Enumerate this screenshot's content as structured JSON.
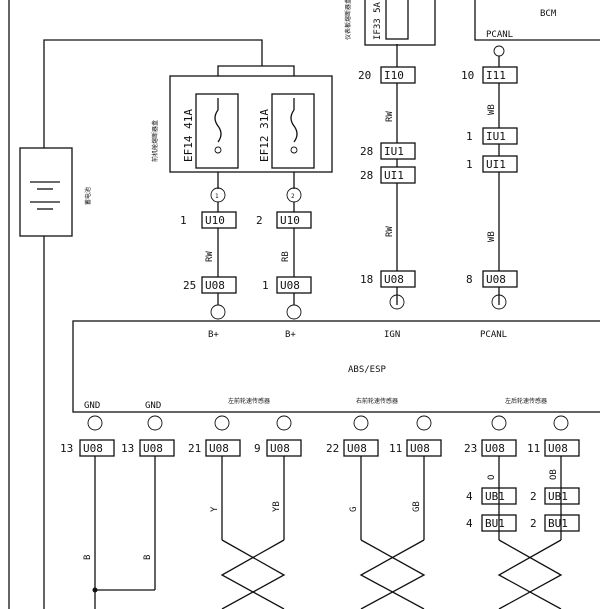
{
  "top_labels": {
    "fuse_top": "IF33 5A",
    "fuse_box_cn": "仪表板熔断器盒",
    "bcm": "BCM",
    "pcanl_top": "PCANL"
  },
  "fuse_box": {
    "label_cn": "前机舱熔断器盒",
    "fuses": [
      "EF14 41A",
      "EF12 31A"
    ],
    "pins": [
      "1",
      "2"
    ]
  },
  "battery_cn": "蓄电池",
  "connectors": {
    "c1": {
      "pin": "1",
      "name": "U10"
    },
    "c2": {
      "pin": "2",
      "name": "U10"
    },
    "c3": {
      "pin": "25",
      "name": "U08"
    },
    "c4": {
      "pin": "1",
      "name": "U08"
    },
    "c5": {
      "pin": "20",
      "name": "I10"
    },
    "c6": {
      "pin": "28",
      "name": "IU1"
    },
    "c7": {
      "pin": "28",
      "name": "UI1"
    },
    "c8": {
      "pin": "18",
      "name": "U08"
    },
    "c9": {
      "pin": "10",
      "name": "I11"
    },
    "c10": {
      "pin": "1",
      "name": "IU1"
    },
    "c11": {
      "pin": "1",
      "name": "UI1"
    },
    "c12": {
      "pin": "8",
      "name": "U08"
    },
    "b1": {
      "pin": "13",
      "name": "U08"
    },
    "b2": {
      "pin": "13",
      "name": "U08"
    },
    "b3": {
      "pin": "21",
      "name": "U08"
    },
    "b4": {
      "pin": "9",
      "name": "U08"
    },
    "b5": {
      "pin": "22",
      "name": "U08"
    },
    "b6": {
      "pin": "11",
      "name": "U08"
    },
    "b7": {
      "pin": "23",
      "name": "U08"
    },
    "b8": {
      "pin": "11",
      "name": "U08"
    },
    "b9": {
      "pin": "4",
      "name": "UB1"
    },
    "b10": {
      "pin": "2",
      "name": "UB1"
    },
    "b11": {
      "pin": "4",
      "name": "BU1"
    },
    "b12": {
      "pin": "2",
      "name": "BU1"
    }
  },
  "wires": {
    "w_rw_left": "RW",
    "w_rb": "RB",
    "w_rw_top": "RW",
    "w_rw_mid": "RW",
    "w_wb_top": "WB",
    "w_wb_mid": "WB",
    "w_b1": "B",
    "w_b2": "B",
    "w_y": "Y",
    "w_yb": "YB",
    "w_g": "G",
    "w_gb": "GB",
    "w_o": "O",
    "w_ob": "OB"
  },
  "abs_module": {
    "title": "ABS/ESP",
    "top_pins": [
      "B+",
      "B+",
      "IGN",
      "PCANL"
    ],
    "bottom_pins": [
      "GND",
      "GND"
    ],
    "sensor_groups": [
      "左前轮速传感器",
      "右前轮速传感器",
      "左后轮速传感器"
    ]
  }
}
